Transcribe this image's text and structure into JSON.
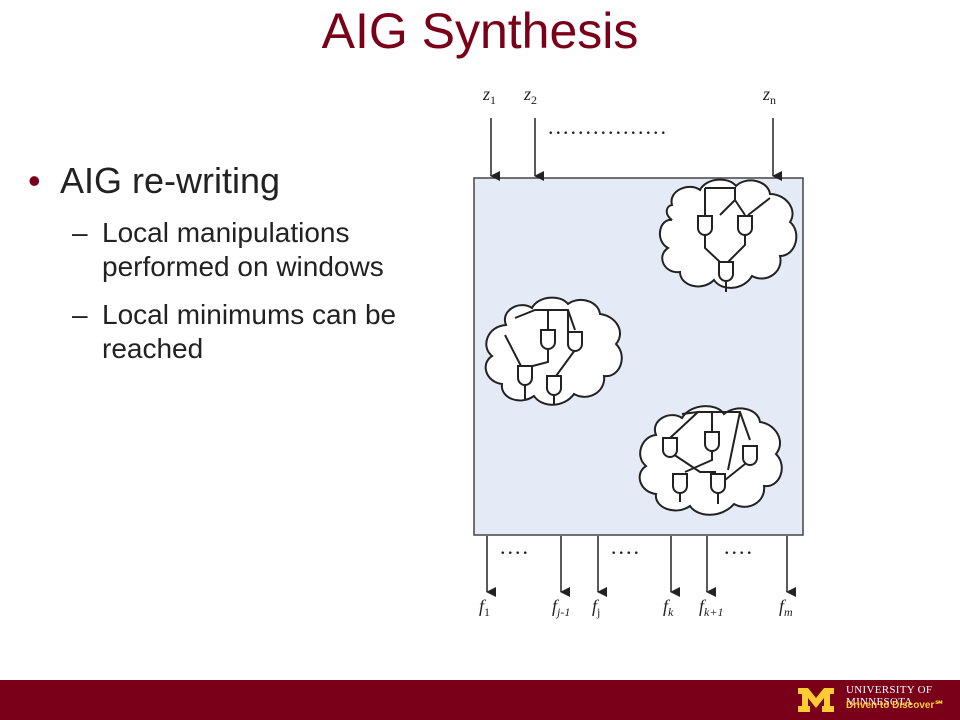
{
  "slide": {
    "title": "AIG Synthesis",
    "bullet": "AIG re-writing",
    "subbullets": [
      "Local manipulations performed on windows",
      "Local minimums can be reached"
    ]
  },
  "diagram": {
    "inputs": [
      {
        "base": "z",
        "sub": "1"
      },
      {
        "base": "z",
        "sub": "2"
      },
      {
        "base": "z",
        "sub": "n"
      }
    ],
    "input_dots": "................",
    "outputs": [
      {
        "base": "f",
        "sub": "1"
      },
      {
        "base": "f",
        "sub": "j-1"
      },
      {
        "base": "f",
        "sub": "j"
      },
      {
        "base": "f",
        "sub": "k"
      },
      {
        "base": "f",
        "sub": "k+1"
      },
      {
        "base": "f",
        "sub": "m"
      }
    ],
    "output_dots": "...."
  },
  "footer": {
    "university": "UNIVERSITY OF MINNESOTA",
    "tagline": "Driven to Discover℠"
  },
  "colors": {
    "maroon": "#7a0019",
    "gold": "#ffcc33",
    "box_fill": "#e4ebf7"
  }
}
